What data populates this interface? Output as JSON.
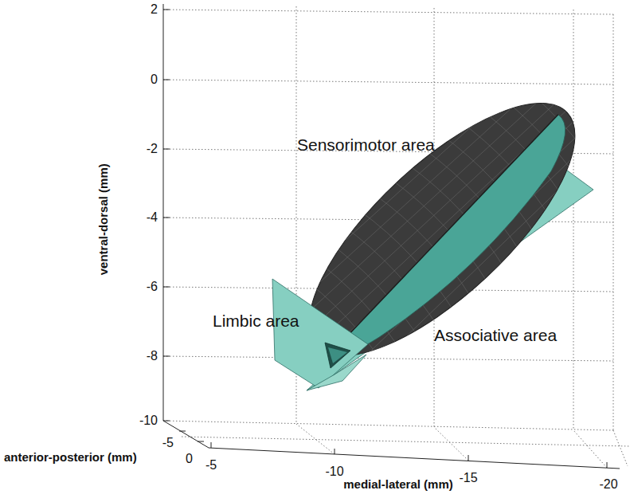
{
  "diagram": {
    "labels": [
      "Sensorimotor area",
      "Limbic area",
      "Associative area",
      "ventral-dorsal (mm)",
      "anterior-posterior (mm)",
      "medial-lateral (mm)",
      "2",
      "0",
      "-2",
      "-4",
      "-6",
      "-8",
      "-10",
      "-5",
      "0",
      "-5",
      "-10",
      "-15",
      "-20"
    ]
  }
}
